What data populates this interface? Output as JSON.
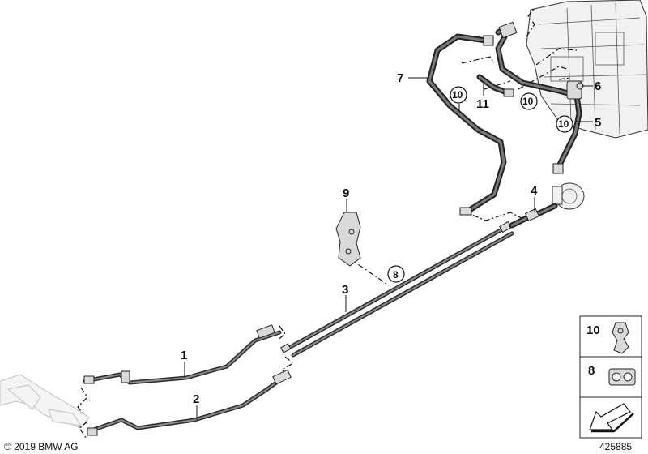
{
  "callouts": {
    "c1": "1",
    "c2": "2",
    "c3": "3",
    "c4": "4",
    "c5": "5",
    "c6": "6",
    "c7": "7",
    "c8": "8",
    "c9": "9",
    "c10a": "10",
    "c10b": "10",
    "c10c": "10",
    "c11": "11"
  },
  "legend": {
    "item10": "10",
    "item8": "8"
  },
  "footer": {
    "copyright": "© 2019 BMW AG",
    "diagram_id": "425885"
  }
}
